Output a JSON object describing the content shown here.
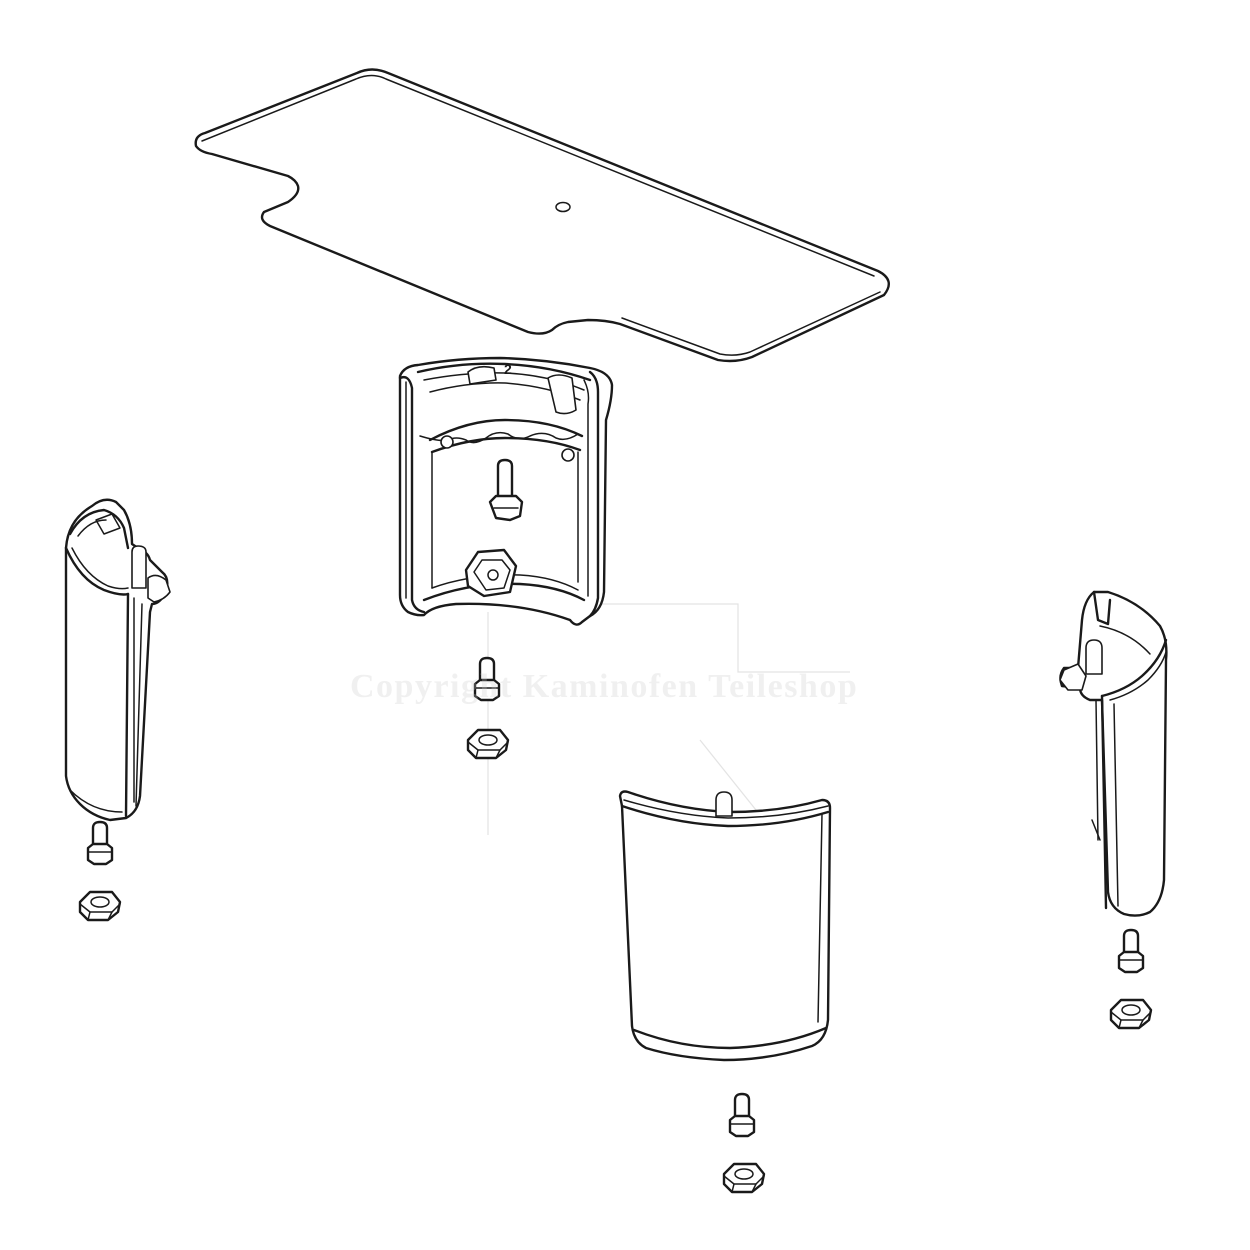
{
  "diagram": {
    "watermark": "Copyright Kaminofen Teileshop",
    "part_mark": "2",
    "parts": [
      {
        "name": "Base plate",
        "icon": "plate-icon"
      },
      {
        "name": "Foot bracket",
        "icon": "bracket-icon"
      },
      {
        "name": "Left foot cover",
        "icon": "foot-cover-icon"
      },
      {
        "name": "Front foot cover",
        "icon": "foot-cover-icon"
      },
      {
        "name": "Right foot cover",
        "icon": "foot-cover-icon"
      },
      {
        "name": "Bolt",
        "icon": "bolt-icon",
        "count": 4
      },
      {
        "name": "Hex nut",
        "icon": "hex-nut-icon",
        "count": 4
      }
    ],
    "colors": {
      "line": "#1a1a1a",
      "background": "#ffffff",
      "watermark": "#c8c8c8"
    }
  }
}
